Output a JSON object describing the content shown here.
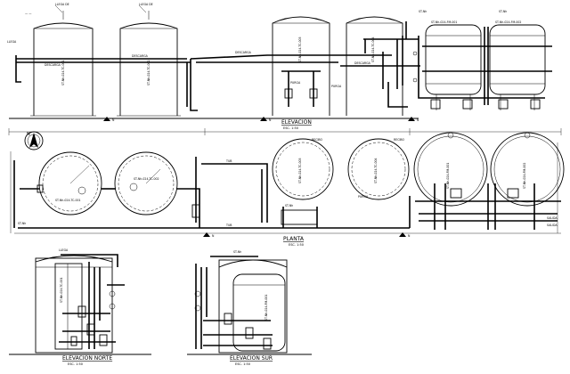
{
  "sheet": {
    "views": {
      "elevation": {
        "title": "ELEVACION",
        "scale": "ESC. 1:50"
      },
      "plan": {
        "title": "PLANTA",
        "scale": "ESC. 1:50"
      },
      "north": {
        "title": "ELEVACION NORTE",
        "scale": "ESC. 1:50"
      },
      "south": {
        "title": "ELEVACION SUR",
        "scale": "ESC. 1:50"
      }
    },
    "north_arrow": "N",
    "level_marks": [
      "N",
      "N",
      "N",
      "N",
      "N"
    ],
    "equipment_tags": [
      "ST-Nh-024-TC-001",
      "ST-Nh-024-TC-002",
      "ST-Nh-024-TC-003",
      "ST-Nh-024-TC-004",
      "ST-Nh-024-FM-001",
      "ST-Nh-024-FM-002"
    ]
  }
}
